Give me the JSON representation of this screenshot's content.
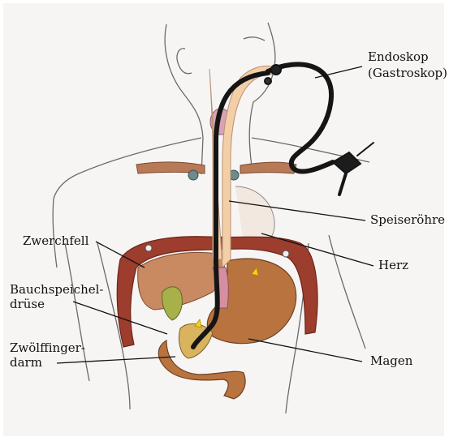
{
  "labels": {
    "endoskop_line1": "Endoskop",
    "endoskop_line2": "(Gastroskop)",
    "speiseroehre": "Speiseröhre",
    "herz": "Herz",
    "zwerchfell": "Zwerchfell",
    "bauchspeichel_line1": "Bauchspeichel-",
    "bauchspeichel_line2": "drüse",
    "zwoelffinger_line1": "Zwölffinger-",
    "zwoelffinger_line2": "darm",
    "magen": "Magen"
  },
  "colors": {
    "outline": "#5a5a5a",
    "organ_brown": "#b8733f",
    "liver": "#c98a62",
    "diaphragm": "#9c3d2d",
    "esophagus": "#f3cfa8",
    "endoscope": "#151515",
    "background": "#f7f5f4"
  }
}
